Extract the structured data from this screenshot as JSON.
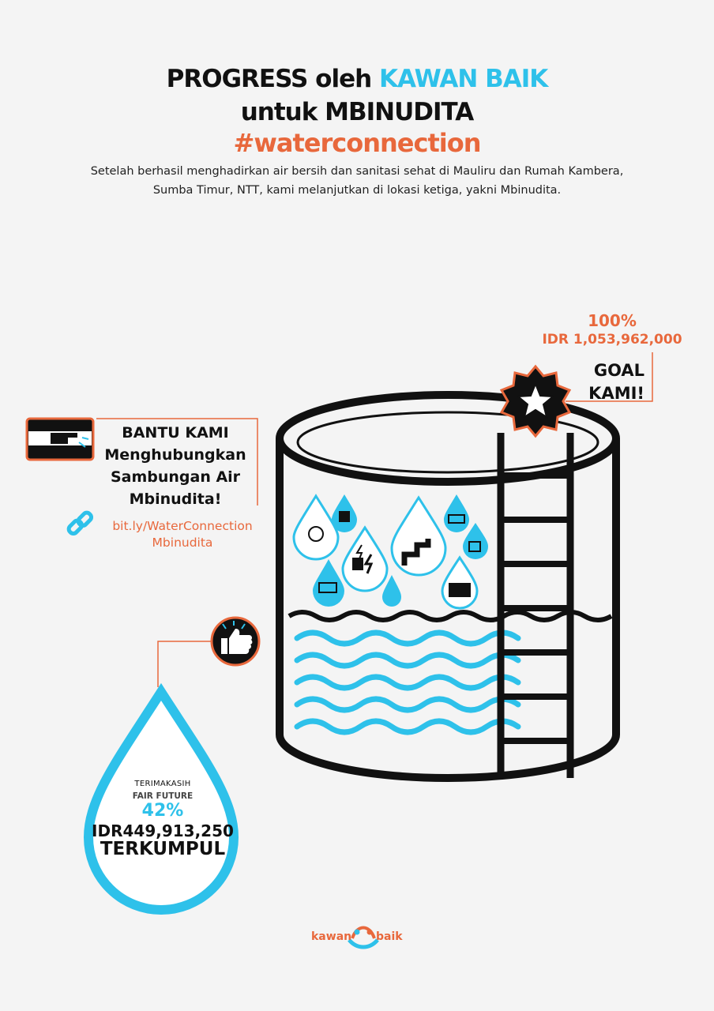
{
  "header": {
    "title_prefix": "PROGRESS oleh ",
    "title_accent": "KAWAN BAIK",
    "title_line2": "untuk MBINUDITA",
    "hashtag": "#waterconnection",
    "intro": "Setelah berhasil menghadirkan air bersih dan sanitasi sehat di Mauliru dan Rumah Kambera, Sumba Timur, NTT, kami melanjutkan di lokasi ketiga, yakni Mbinudita."
  },
  "goal": {
    "percent": "100%",
    "amount": "IDR 1,053,962,000",
    "label_line1": "GOAL",
    "label_line2": "KAMI!"
  },
  "cta": {
    "line1": "BANTU KAMI",
    "line2": "Menghubungkan",
    "line3": "Sambungan Air",
    "line4": "Mbinudita!",
    "link_line1": "bit.ly/WaterConnection",
    "link_line2": "Mbinudita"
  },
  "progress": {
    "thanks": "TERIMAKASIH",
    "sponsor": "FAIR FUTURE",
    "percent": "42%",
    "fraction": 0.42,
    "amount": "IDR449,913,250",
    "label": "TERKUMPUL"
  },
  "logo": {
    "part1": "kawan",
    "part2": "baik"
  },
  "icons": [
    "pointing-hand-icon",
    "link-icon",
    "thumbs-up-icon",
    "star-badge-icon",
    "ladder-icon",
    "water-tank-icon"
  ],
  "colors": {
    "accent_blue": "#2ec1ea",
    "accent_orange": "#e8683c",
    "dark": "#111111"
  }
}
